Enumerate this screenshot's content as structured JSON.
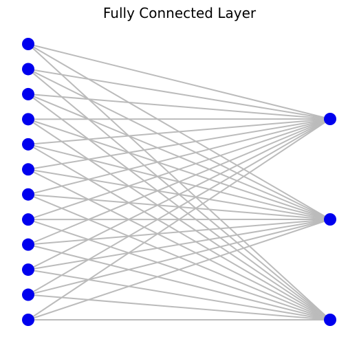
{
  "title": "Fully Connected Layer",
  "network": {
    "input_nodes": 12,
    "output_nodes": 3,
    "node_color": "#0000ee",
    "edge_color": "#bbbbbb"
  }
}
